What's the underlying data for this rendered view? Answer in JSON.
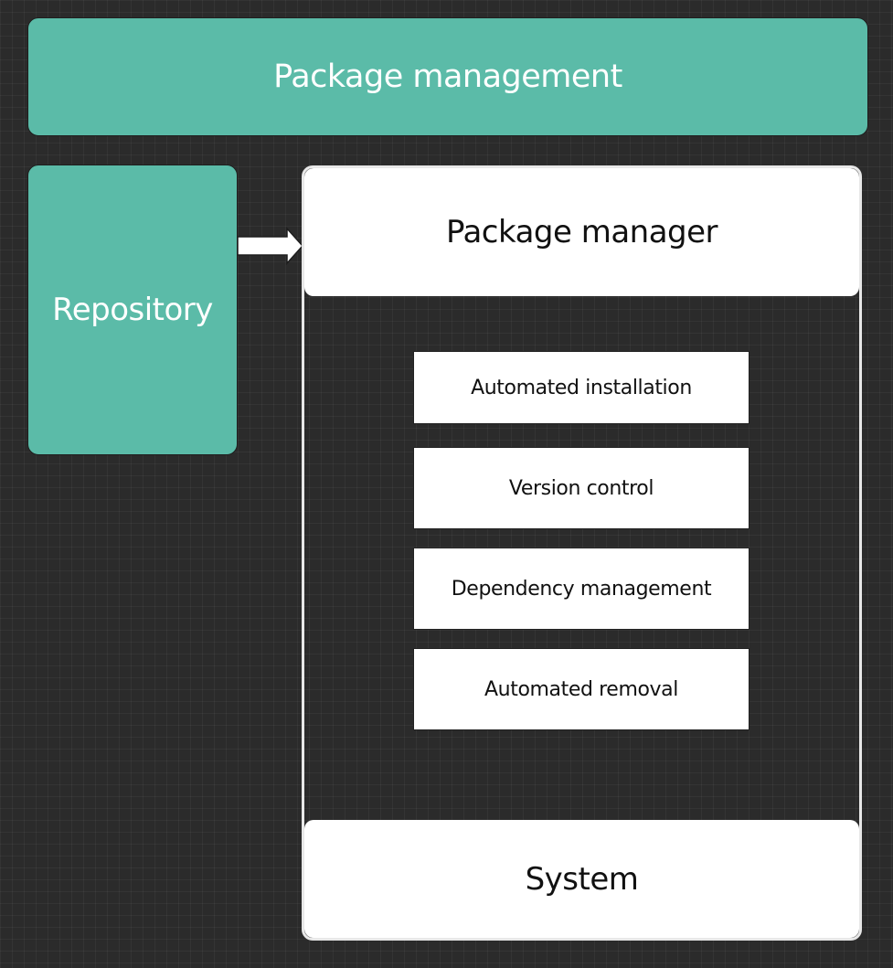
{
  "header": {
    "title": "Package management"
  },
  "repository": {
    "label": "Repository"
  },
  "package_manager": {
    "title": "Package manager",
    "features": [
      {
        "label": "Automated installation"
      },
      {
        "label": "Version control"
      },
      {
        "label": "Dependency management"
      },
      {
        "label": "Automated removal"
      }
    ]
  },
  "system": {
    "label": "System"
  },
  "colors": {
    "background": "#2b2b2b",
    "accent": "#5bbba8",
    "box": "#ffffff",
    "text_dark": "#111111"
  },
  "icons": {
    "connector": "right-arrow-icon"
  }
}
